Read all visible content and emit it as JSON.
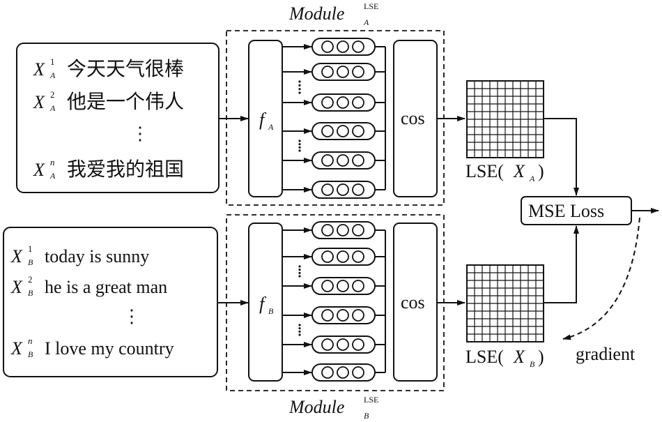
{
  "diagram": {
    "module_a": {
      "title_main": "Module",
      "title_sub": "A",
      "title_sup": "LSE"
    },
    "module_b": {
      "title_main": "Module",
      "title_sub": "B",
      "title_sup": "LSE"
    },
    "input_a": {
      "rows": [
        {
          "var": "X",
          "sub": "A",
          "sup": "1",
          "text": "今天天气很棒"
        },
        {
          "var": "X",
          "sub": "A",
          "sup": "2",
          "text": "他是一个伟人"
        },
        {
          "var": "X",
          "sub": "A",
          "sup": "n",
          "text": "我爱我的祖国"
        }
      ],
      "ellipsis": "⋮"
    },
    "input_b": {
      "rows": [
        {
          "var": "X",
          "sub": "B",
          "sup": "1",
          "text": "today is sunny"
        },
        {
          "var": "X",
          "sub": "B",
          "sup": "2",
          "text": "he is a great man"
        },
        {
          "var": "X",
          "sub": "B",
          "sup": "n",
          "text": "I love my country"
        }
      ],
      "ellipsis": "⋮"
    },
    "encoder_a": {
      "var": "f",
      "sub": "A"
    },
    "encoder_b": {
      "var": "f",
      "sub": "B"
    },
    "embedding_dots": "ooo",
    "cos_label": "cos",
    "lse_a": {
      "prefix": "LSE(",
      "var": "X",
      "sub": "A",
      "suffix": ")"
    },
    "lse_b": {
      "prefix": "LSE(",
      "var": "X",
      "sub": "B",
      "suffix": ")"
    },
    "loss_label": "MSE Loss",
    "gradient_label": "gradient",
    "colors": {
      "stroke": "#111111",
      "background": "#ffffff"
    }
  }
}
